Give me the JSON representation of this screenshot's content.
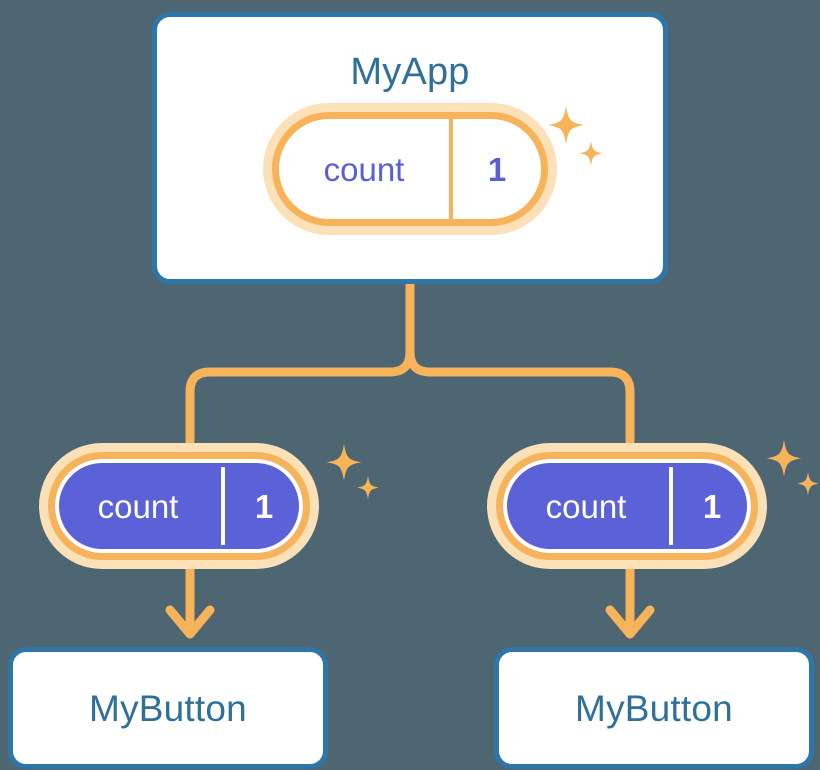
{
  "theme": {
    "background": "#4e6671",
    "card_background": "#ffffff",
    "card_border": "#2e76a8",
    "card_title_color": "#2e7099",
    "pill_ring": "#f7b35a",
    "pill_halo": "#fbe0b8",
    "pill_filled_background": "#5b61d6",
    "pill_text_purple": "#5a5fd6",
    "pill_text_white": "#ffffff",
    "connector_color": "#f7b35a",
    "sparkle_color": "#f7b35a"
  },
  "diagram": {
    "type": "component-state-flow",
    "root": {
      "title": "MyApp",
      "state": {
        "key": "count",
        "value": "1"
      },
      "sparkle": "sparkles-icon"
    },
    "children": [
      {
        "id": "left",
        "state": {
          "key": "count",
          "value": "1"
        },
        "sparkle": "sparkles-icon",
        "consumer": {
          "title": "MyButton"
        }
      },
      {
        "id": "right",
        "state": {
          "key": "count",
          "value": "1"
        },
        "sparkle": "sparkles-icon",
        "consumer": {
          "title": "MyButton"
        }
      }
    ],
    "connectors": {
      "trunk": "vertical-branching-connector",
      "arrows": "downward-arrow"
    }
  }
}
